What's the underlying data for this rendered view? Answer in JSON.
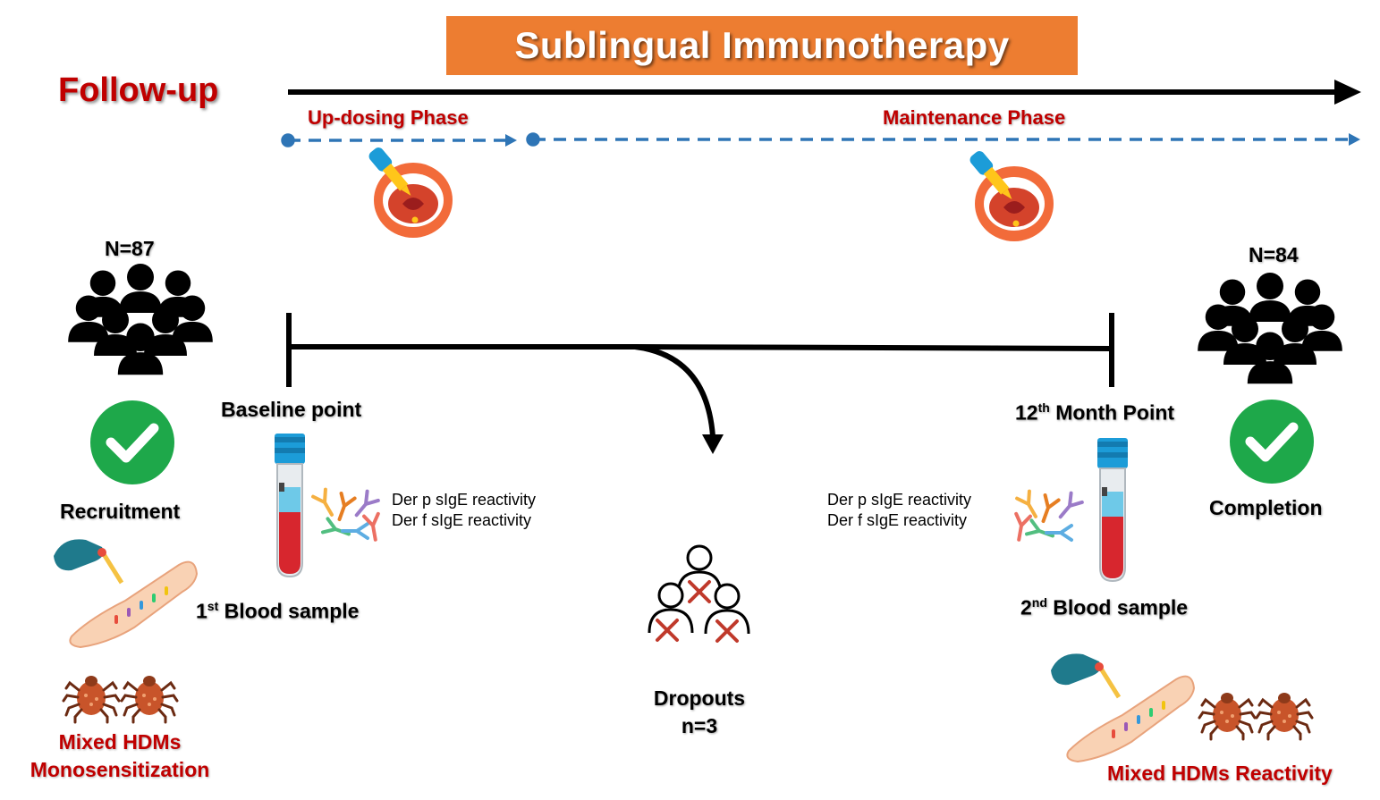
{
  "title": "Sublingual Immunotherapy",
  "follow_up": "Follow-up",
  "phases": {
    "updosing": "Up-dosing Phase",
    "maintenance": "Maintenance Phase"
  },
  "left": {
    "count": "N=87",
    "recruitment": "Recruitment",
    "baseline": "Baseline point",
    "blood_sample_ordinal": "1",
    "blood_sample_sup": "st",
    "blood_sample": " Blood sample",
    "reactivity": [
      "Der p sIgE reactivity",
      "Der f sIgE reactivity"
    ],
    "hdm_label": [
      "Mixed HDMs",
      "Monosensitization"
    ]
  },
  "right": {
    "count": "N=84",
    "completion": "Completion",
    "month_ordinal": "12",
    "month_sup": "th",
    "month_point": " Month Point",
    "blood_sample_ordinal": "2",
    "blood_sample_sup": "nd",
    "blood_sample": " Blood sample",
    "reactivity": [
      "Der p sIgE reactivity",
      "Der f sIgE reactivity"
    ],
    "hdm_label": "Mixed HDMs Reactivity"
  },
  "dropouts": {
    "label": "Dropouts",
    "count": "n=3"
  },
  "colors": {
    "banner": "#ED7D31",
    "red_text": "#C00000",
    "dash_blue": "#2E75B6",
    "check_green": "#1EA84A",
    "mouth": "#F26B3A",
    "tick": "#C0392B"
  },
  "icons": [
    "people-group-icon",
    "check-circle-icon",
    "blood-tube-icon",
    "antibody-icon",
    "dropper-mouth-icon",
    "skin-prick-test-icon",
    "mite-icon",
    "dropout-people-icon"
  ]
}
